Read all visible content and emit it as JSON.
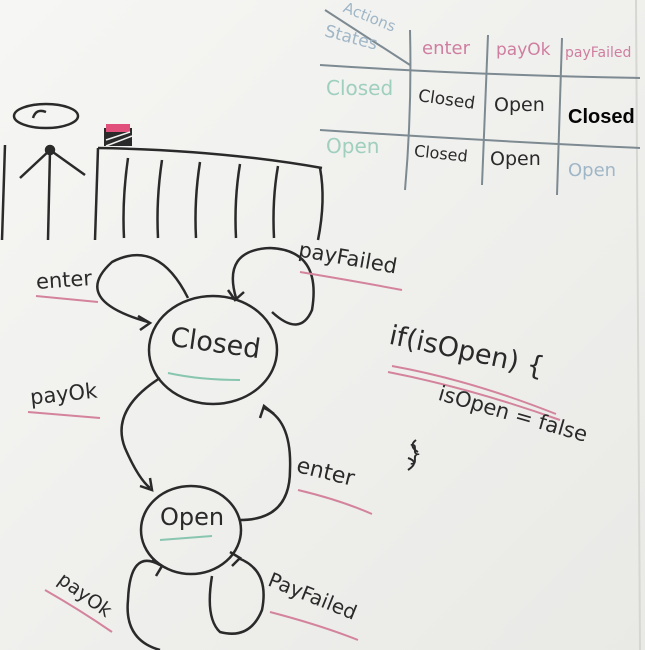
{
  "table": {
    "actions_header": "Actions",
    "states_header": "States",
    "columns": [
      "enter",
      "payOk",
      "payFailed"
    ],
    "rows": [
      {
        "state": "Closed",
        "cells": [
          "Closed",
          "Open",
          "Closed"
        ]
      },
      {
        "state": "Open",
        "cells": [
          "Closed",
          "Open",
          "Open"
        ]
      }
    ]
  },
  "diagram": {
    "states": [
      "Closed",
      "Open"
    ],
    "transitions": [
      {
        "label": "enter"
      },
      {
        "label": "payFailed"
      },
      {
        "label": "payOk"
      },
      {
        "label": "enter"
      },
      {
        "label": "payOk"
      },
      {
        "label": "PayFailed"
      }
    ]
  },
  "code": {
    "line1": "if(isOpen) {",
    "line2": "isOpen = false",
    "line3": "}"
  },
  "colors": {
    "board": "#f1f1ef",
    "marker_black": "#2a2a2a",
    "underline_pink": "#d4839d",
    "underline_green": "#88c6b0",
    "header_pink": "#cf7ea0",
    "header_blue": "#9fb6c7"
  }
}
